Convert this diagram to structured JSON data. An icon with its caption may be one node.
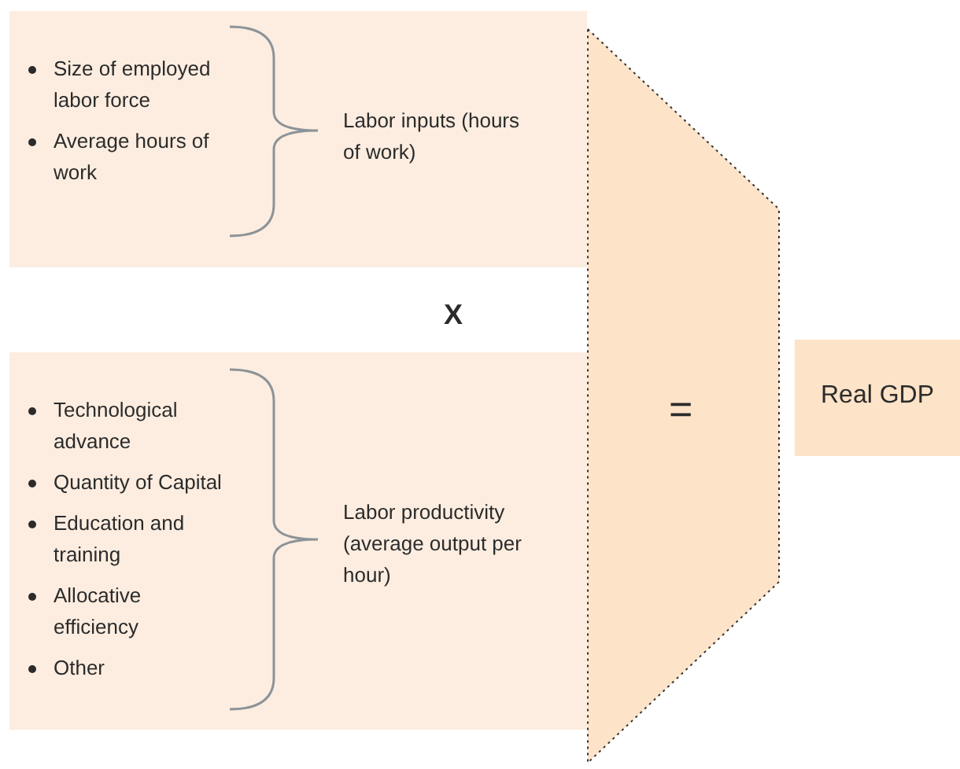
{
  "diagram": {
    "nodes": [
      {
        "text": [
          "Size of employed labor force",
          "Average hours of work",
          "Labor inputs (hours of work)"
        ]
      },
      {
        "text": [
          "Technological advance",
          "Quantity of Capital",
          "Education and training",
          "Allocative efficiency",
          "Other",
          "Labor productivity (average output per hour)"
        ]
      },
      {
        "text": [
          "="
        ]
      },
      {
        "text": [
          "Real GDP"
        ]
      }
    ],
    "labels": [
      "X"
    ]
  }
}
